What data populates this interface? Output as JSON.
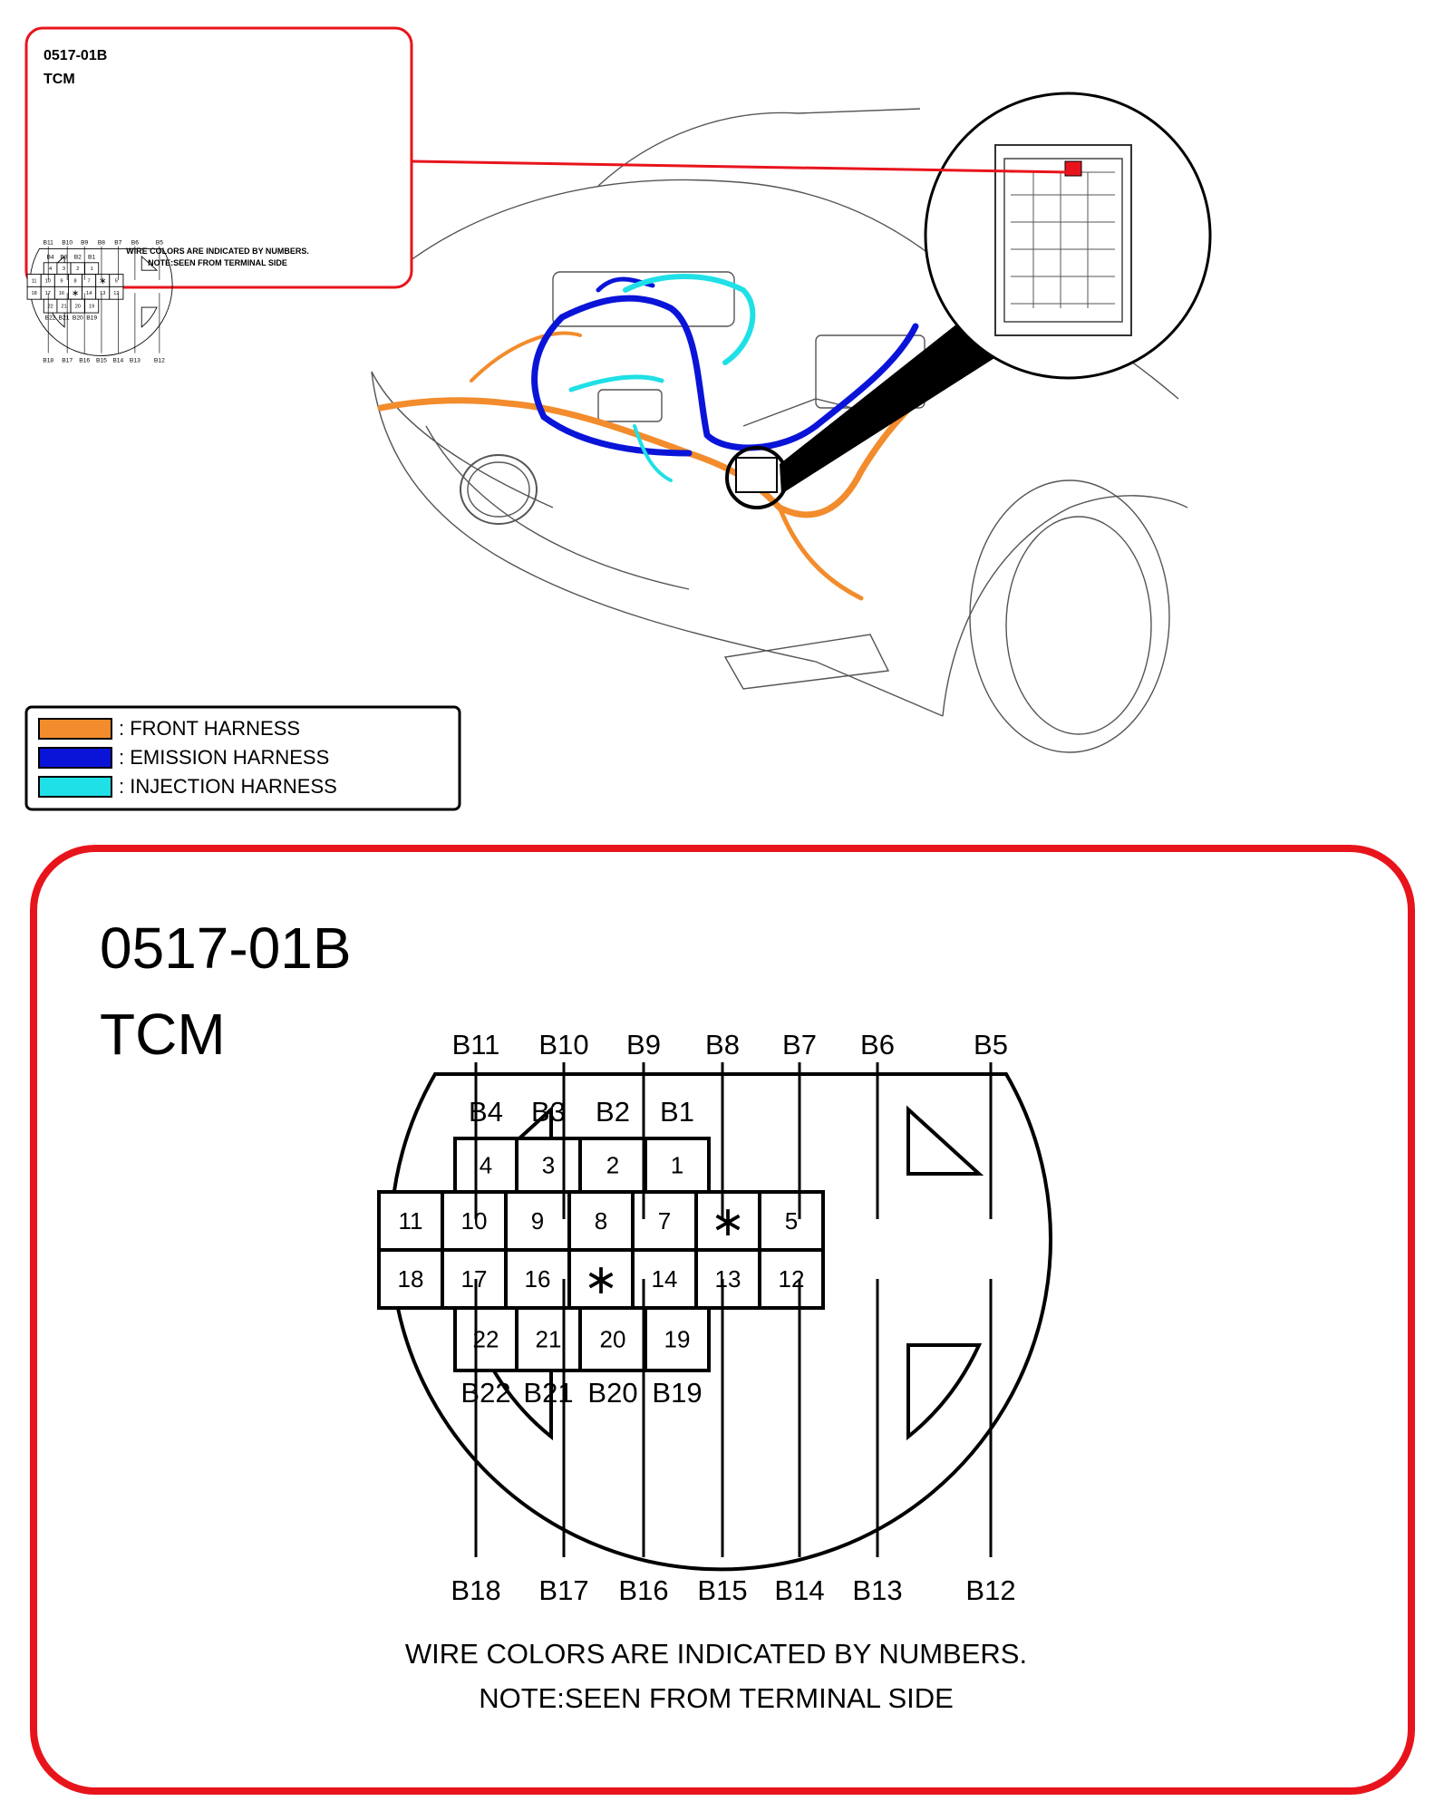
{
  "connector_id": "0517-01B",
  "component": "TCM",
  "legend": [
    {
      "label": ": FRONT HARNESS",
      "color": "#f28c2c"
    },
    {
      "label": ": EMISSION HARNESS",
      "color": "#0a14d8"
    },
    {
      "label": ": INJECTION HARNESS",
      "color": "#1fe0e6"
    }
  ],
  "colors": {
    "frame": "#e8141c",
    "front": "#f28c2c",
    "emission": "#0a14d8",
    "injection": "#1fe0e6",
    "line": "#000000"
  },
  "pins": {
    "row_top": [
      "4",
      "3",
      "2",
      "1"
    ],
    "row_mid": [
      "11",
      "10",
      "9",
      "8",
      "7",
      "*",
      "5"
    ],
    "row_low": [
      "18",
      "17",
      "16",
      "*",
      "14",
      "13",
      "12"
    ],
    "row_bot": [
      "22",
      "21",
      "20",
      "19"
    ]
  },
  "labels": {
    "top_outer": [
      "B11",
      "B10",
      "B9",
      "B8",
      "B7",
      "B6",
      "B5"
    ],
    "top_inner": [
      "B4",
      "B3",
      "B2",
      "B1"
    ],
    "bottom_inner": [
      "B22",
      "B21",
      "B20",
      "B19"
    ],
    "bottom_outer": [
      "B18",
      "B17",
      "B16",
      "B15",
      "B14",
      "B13",
      "B12"
    ]
  },
  "notes": {
    "line1": "WIRE COLORS ARE INDICATED BY NUMBERS.",
    "line2": "NOTE:SEEN FROM TERMINAL SIDE",
    "small_line1": "WIRE COLORS ARE INDICATED BY NUMBERS.",
    "small_line2": "NOTE:SEEN FROM TERMINAL SIDE"
  }
}
